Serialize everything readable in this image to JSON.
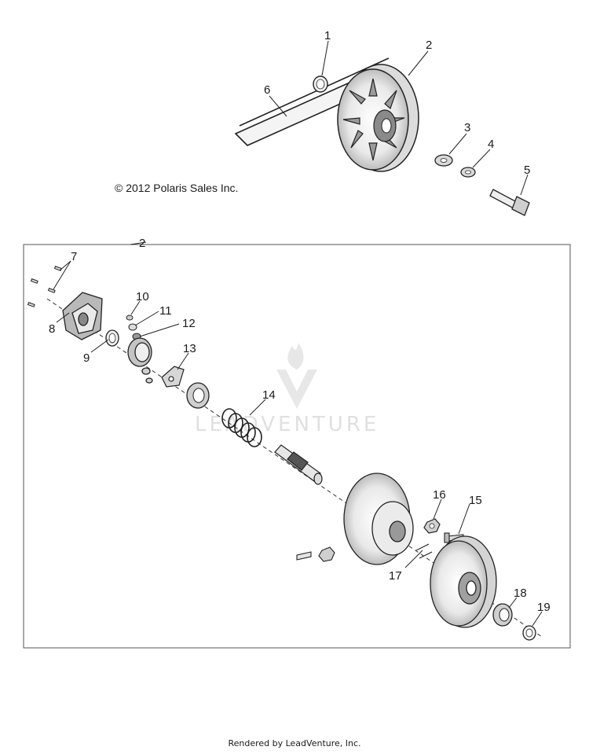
{
  "copyright": "© 2012 Polaris Sales Inc.",
  "footer": "Rendered by LeadVenture, Inc.",
  "watermark": "LEADVENTURE",
  "assembly_callout": "2",
  "callouts": {
    "c1": "1",
    "c2": "2",
    "c3": "3",
    "c4": "4",
    "c5": "5",
    "c6": "6",
    "c7": "7",
    "c8": "8",
    "c9": "9",
    "c10": "10",
    "c11": "11",
    "c12": "12",
    "c13": "13",
    "c14": "14",
    "c15": "15",
    "c16": "16",
    "c17": "17",
    "c18": "18",
    "c19": "19"
  }
}
